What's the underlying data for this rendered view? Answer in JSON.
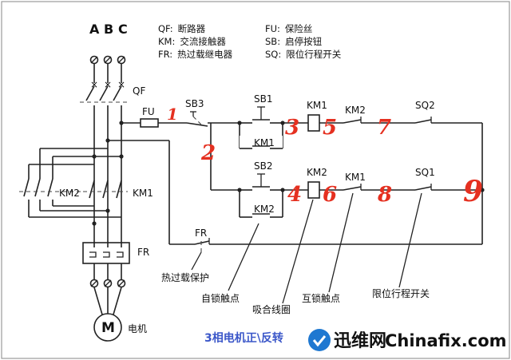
{
  "phases": [
    "A",
    "B",
    "C"
  ],
  "legend": [
    {
      "code": "QF:",
      "desc": "断路器"
    },
    {
      "code": "KM:",
      "desc": "交流接触器"
    },
    {
      "code": "FR:",
      "desc": "热过载继电器"
    },
    {
      "code": "FU:",
      "desc": "保险丝"
    },
    {
      "code": "SB:",
      "desc": "启停按钮"
    },
    {
      "code": "SQ:",
      "desc": "限位行程开关"
    }
  ],
  "components": {
    "qf": "QF",
    "fu": "FU",
    "sb3": "SB3",
    "sb1": "SB1",
    "sb2": "SB2",
    "km1_coil": "KM1",
    "km2_coil": "KM2",
    "km2_interlock": "KM2",
    "km1_interlock": "KM1",
    "km1_hold": "KM1",
    "km2_hold": "KM2",
    "sq2": "SQ2",
    "sq1": "SQ1",
    "km2_main": "KM2",
    "km1_main": "KM1",
    "fr_main": "FR",
    "fr_ctrl": "FR",
    "motor": "M"
  },
  "wire_numbers": [
    "1",
    "2",
    "3",
    "5",
    "7",
    "4",
    "6",
    "8",
    "9"
  ],
  "annotations": {
    "thermal": "热过载保护",
    "self_lock": "自锁触点",
    "coil": "吸合线圈",
    "interlock": "互锁触点",
    "limit": "限位行程开关",
    "motor_label": "电机"
  },
  "caption": "3相电机正\\反转",
  "watermark": {
    "left": "迅维网",
    "right": "Chinafix.com"
  }
}
